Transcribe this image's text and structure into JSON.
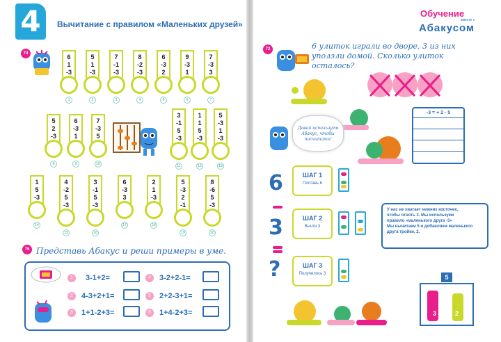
{
  "left_page": {
    "lesson_number": "4",
    "title": "Вычитание с правилом «Маленьких друзей»",
    "task_number": "74",
    "row1": [
      [
        "6",
        "1",
        "-3"
      ],
      [
        "5",
        "1",
        "-3"
      ],
      [
        "7",
        "-1",
        "-3"
      ],
      [
        "8",
        "-2",
        "-3"
      ],
      [
        "6",
        "-3",
        "2"
      ],
      [
        "9",
        "-3",
        "1"
      ],
      [
        "7",
        "-3",
        "3"
      ]
    ],
    "row1_labels": [
      "1",
      "2",
      "3",
      "4",
      "5",
      "6",
      "7"
    ],
    "row2_left": [
      [
        "5",
        "2",
        "-3"
      ],
      [
        "6",
        "-3",
        "1"
      ],
      [
        "7",
        "-3",
        "5"
      ]
    ],
    "row2_left_labels": [
      "8",
      "9",
      "10"
    ],
    "row2_right": [
      [
        "3",
        "-1",
        "5",
        "-3"
      ],
      [
        "1",
        "1",
        "5",
        "-3"
      ],
      [
        "5",
        "-3",
        "1",
        "-3"
      ]
    ],
    "row2_right_labels": [
      "11",
      "12",
      "13"
    ],
    "row3": [
      [
        "1",
        "5",
        "-3"
      ],
      [
        "4",
        "-2",
        "5",
        "-3"
      ],
      [
        "3",
        "-1",
        "5",
        "-3"
      ],
      [
        "6",
        "-3",
        "3"
      ],
      [
        "2",
        "1",
        "-3"
      ],
      [
        "5",
        "-3",
        "2",
        "-1"
      ],
      [
        "8",
        "-6",
        "5",
        "-3"
      ]
    ],
    "row3_labels": [
      "14",
      "15",
      "16",
      "17",
      "18",
      "19",
      "20"
    ],
    "mental_task_number": "75",
    "mental_instruction": "Представь Абакус и реши примеры в уме.",
    "equations": [
      {
        "n": "1",
        "text": "3-1+2="
      },
      {
        "n": "2",
        "text": "4-3+2+1="
      },
      {
        "n": "3",
        "text": "1+1-2+3="
      },
      {
        "n": "4",
        "text": "3-2+2-1="
      },
      {
        "n": "5",
        "text": "2+2-3+1="
      },
      {
        "n": "6",
        "text": "1+4-2+3="
      }
    ]
  },
  "right_page": {
    "brand_top": "Обучение",
    "brand_small": "вместе с",
    "brand_name": "Абакусом",
    "task_number": "72",
    "story": "6 улиток играли во дворе, 3 из них уползли домой. Сколько улиток осталось?",
    "cloud_text": "Давай используем Абакус, чтобы посчитать!",
    "equation_header": "-3 = + 2 - 5",
    "big_symbols": {
      "six": "6",
      "three": "3",
      "question": "?"
    },
    "steps": [
      {
        "title": "ШАГ 1",
        "subtitle": "Поставь 6"
      },
      {
        "title": "ШАГ 2",
        "subtitle": "Вычти 3"
      },
      {
        "title": "ШАГ 3",
        "subtitle": "Получилось 3"
      }
    ],
    "note_lines": [
      "У нас не хватает нижних косточек,",
      "чтобы отнять 3. Мы используем",
      "правило «маленького друга -3»",
      "Мы вычитаем 5 и добавляем маленького",
      "друга тройки, 2."
    ],
    "corner_numbers": {
      "top": "5",
      "left": "3",
      "right": "2"
    }
  },
  "colors": {
    "blue": "#2c6db4",
    "pink": "#e91e8c",
    "lime": "#c8d92b",
    "cyan": "#26a7d9"
  }
}
